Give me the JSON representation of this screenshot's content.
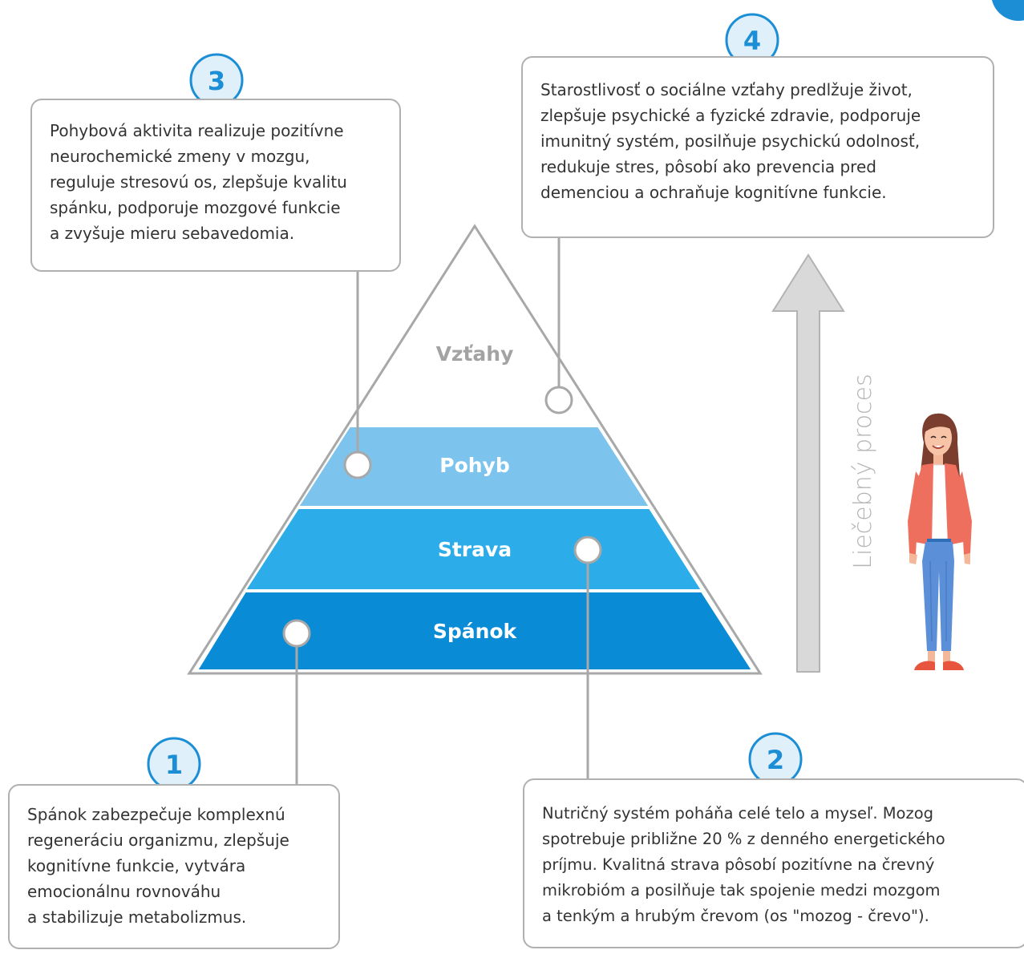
{
  "pyramid": {
    "levels": [
      {
        "label": "Vzťahy",
        "color": "#ffffff"
      },
      {
        "label": "Pohyb",
        "color": "#7cc4ee"
      },
      {
        "label": "Strava",
        "color": "#2cadea"
      },
      {
        "label": "Spánok",
        "color": "#0a8bd6"
      }
    ]
  },
  "callouts": [
    {
      "number": "1",
      "text": "Spánok zabezpečuje komplexnú\nregeneráciu organizmu, zlepšuje\nkognitívne funkcie, vytvára\nemocionálnu rovnováhu\na stabilizuje metabolizmus."
    },
    {
      "number": "2",
      "text": "Nutričný systém poháňa celé telo a myseľ. Mozog\nspotrebuje približne 20 % z denného energetického\npríjmu. Kvalitná strava pôsobí pozitívne na črevný\nmikrobióm a posilňuje tak spojenie medzi mozgom\na tenkým a hrubým črevom (os \"mozog - črevo\")."
    },
    {
      "number": "3",
      "text": "Pohybová aktivita realizuje pozitívne\nneurochemické zmeny v mozgu,\nreguluje stresovú os, zlepšuje kvalitu\nspánku, podporuje mozgové funkcie\na zvyšuje mieru sebavedomia."
    },
    {
      "number": "4",
      "text": "Starostlivosť o sociálne vzťahy predlžuje život,\nzlepšuje psychické a fyzické zdravie, podporuje\nimunitný systém, posilňuje psychickú odolnosť,\nredukuje stres, pôsobí ako prevencia pred\ndemenciou a ochraňuje kognitívne funkcie."
    }
  ],
  "arrow": {
    "label": "Liečebný proces"
  },
  "colors": {
    "accent": "#1b8ed6",
    "badge_fill": "#dff0fb",
    "outline": "#a9a9a9",
    "arrow_fill": "#d9d9d9"
  },
  "icons": [
    "woman-illustration-icon",
    "upward-arrow-icon"
  ]
}
